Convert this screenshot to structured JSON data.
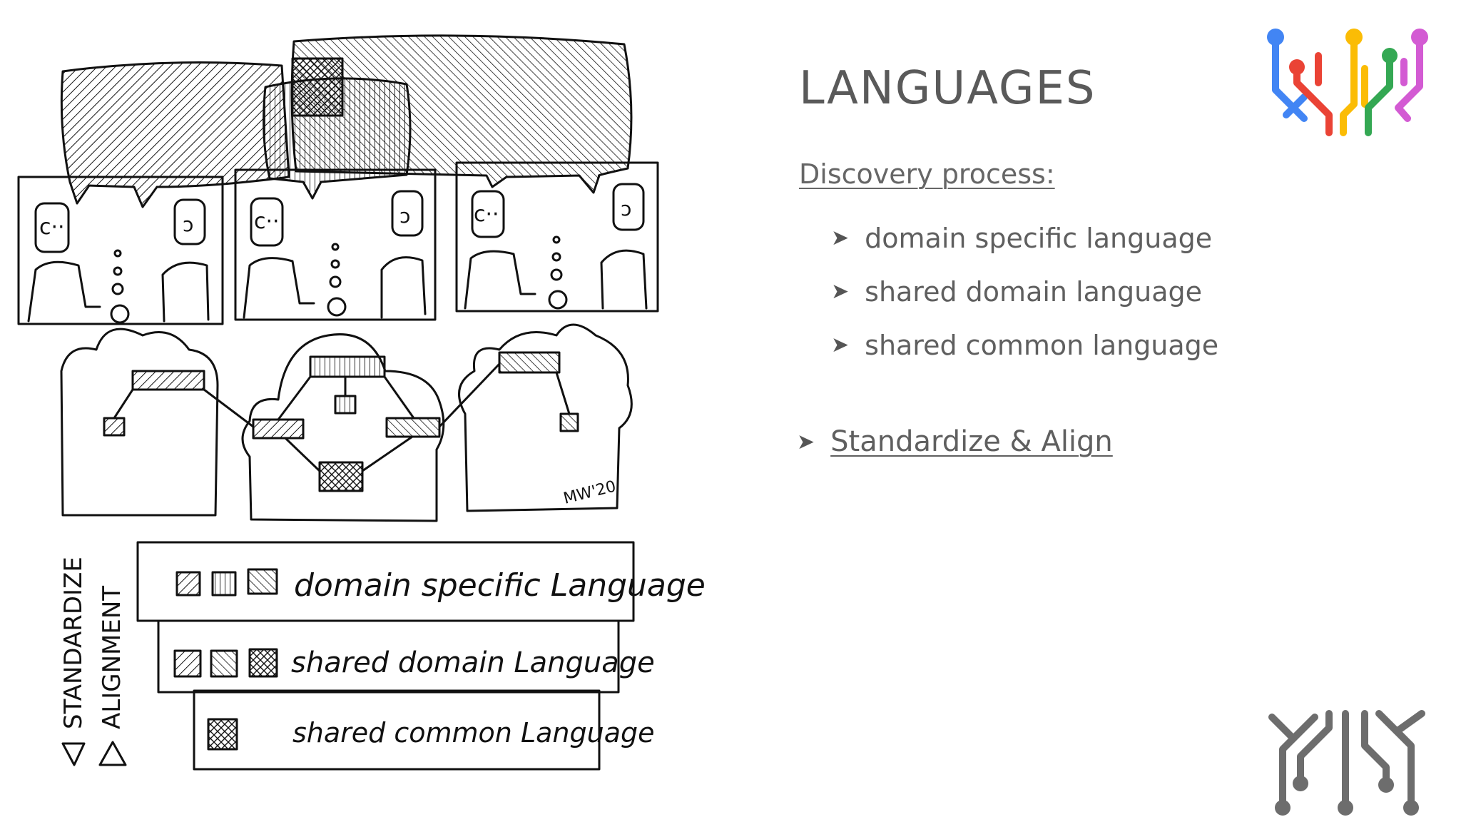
{
  "slide": {
    "title": "LANGUAGES",
    "subheading": "Discovery process:",
    "bullets": [
      {
        "label": "domain specific language"
      },
      {
        "label": "shared domain language"
      },
      {
        "label": "shared common language"
      }
    ],
    "bullet_glyph": "➤",
    "link_label": "Standardize & Align"
  },
  "illustration": {
    "legend": [
      {
        "label": "domain specific Language"
      },
      {
        "label": "shared domain Language"
      },
      {
        "label": "shared common Language"
      }
    ],
    "side_labels": {
      "standardize": "STANDARDIZE",
      "alignment": "ALIGNMENT"
    },
    "signature": "MW'20"
  },
  "logos": {
    "colors": [
      "#4285f4",
      "#ea4335",
      "#fbbc05",
      "#34a853",
      "#d35bd3"
    ],
    "gray": "#6d6d6d"
  }
}
